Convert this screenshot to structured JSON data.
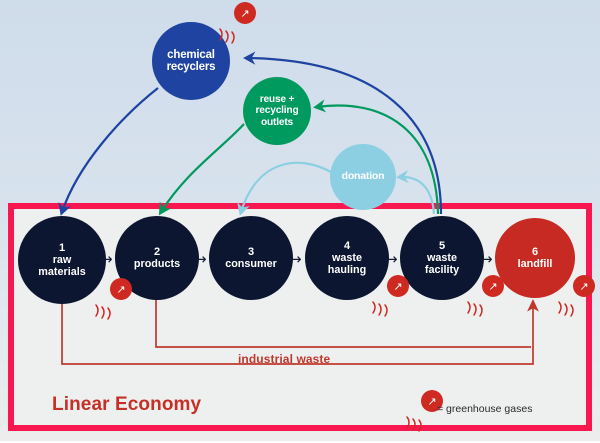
{
  "diagram": {
    "title": "Linear Economy",
    "title_color": "#c53128",
    "frame_color": "#f8174f",
    "background_note": "light blue to gray vertical gradient"
  },
  "upstream_nodes": [
    {
      "id": "chemical-recyclers",
      "label": "chemical\nrecyclers",
      "line1": "chemical",
      "line2": "recyclers",
      "color": "#1e43a0",
      "has_ghg": true
    },
    {
      "id": "reuse-recycling-outlets",
      "label": "reuse +\nrecycling\noutlets",
      "line1": "reuse +",
      "line2": "recycling",
      "line3": "outlets",
      "color": "#00995e",
      "has_ghg": false
    },
    {
      "id": "donation",
      "label": "donation",
      "line1": "donation",
      "color": "#8ccfe3",
      "has_ghg": false
    }
  ],
  "chain": [
    {
      "num": "1",
      "line1": "raw",
      "line2": "materials",
      "color": "#0d1630",
      "has_ghg": true
    },
    {
      "num": "2",
      "line1": "products",
      "line2": "",
      "color": "#0d1630",
      "has_ghg": false
    },
    {
      "num": "3",
      "line1": "consumer",
      "line2": "",
      "color": "#0d1630",
      "has_ghg": false
    },
    {
      "num": "4",
      "line1": "waste",
      "line2": "hauling",
      "color": "#0d1630",
      "has_ghg": true
    },
    {
      "num": "5",
      "line1": "waste",
      "line2": "facility",
      "color": "#0d1630",
      "has_ghg": true
    },
    {
      "num": "6",
      "line1": "landfill",
      "line2": "",
      "color": "#c62a22",
      "has_ghg": true
    }
  ],
  "chain_connector": "→",
  "flows": {
    "industrial_waste_label": "industrial waste",
    "industrial_waste_color": "#c0392f"
  },
  "legend": {
    "symbol_label": "greenhouse-gases-icon",
    "text": "= greenhouse gases",
    "icon_glyph": "↗",
    "icon_color": "#cf2a22"
  }
}
